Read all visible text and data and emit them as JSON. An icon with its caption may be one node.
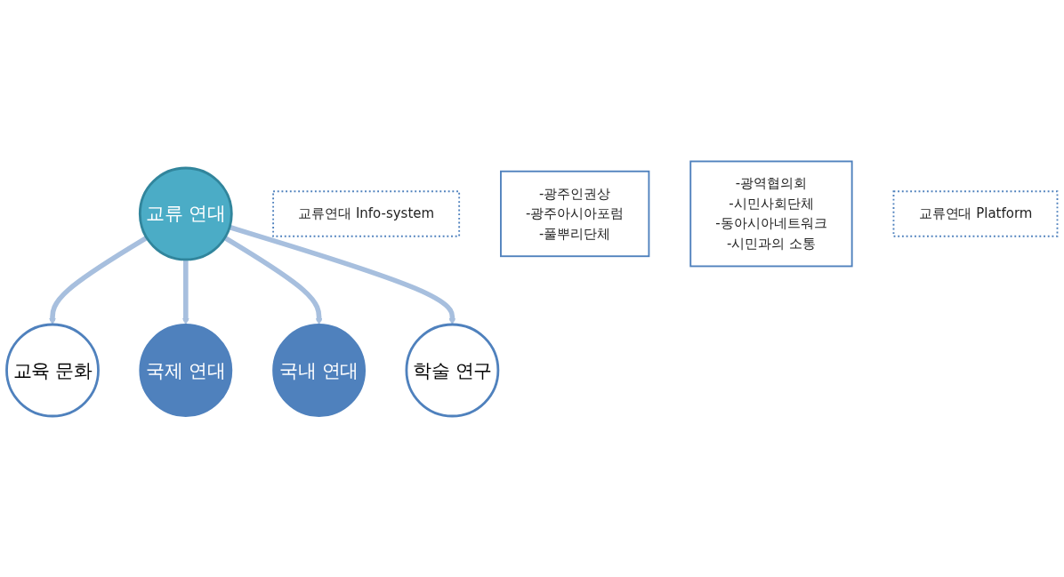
{
  "diagram": {
    "nodes": [
      {
        "text": [
          "교류 연대"
        ]
      },
      {
        "text": [
          "교육 문화"
        ]
      },
      {
        "text": [
          "국제 연대"
        ]
      },
      {
        "text": [
          "국내 연대"
        ]
      },
      {
        "text": [
          "학술 연구"
        ]
      },
      {
        "text": [
          "교류연대 Info-system"
        ]
      },
      {
        "text": [
          "-광주인권상",
          "-광주아시아포럼",
          "-풀뿌리단체"
        ]
      },
      {
        "text": [
          "-광역협의회",
          "-시민사회단체",
          "-동아시아네트워크",
          "-시민과의 소통"
        ]
      },
      {
        "text": [
          "교류연대 Platform"
        ]
      }
    ],
    "edges": [
      {
        "from": 0,
        "to": 1,
        "arrow": "to"
      },
      {
        "from": 0,
        "to": 2,
        "arrow": "to"
      },
      {
        "from": 0,
        "to": 3,
        "arrow": "to"
      },
      {
        "from": 0,
        "to": 4,
        "arrow": "to"
      }
    ]
  }
}
